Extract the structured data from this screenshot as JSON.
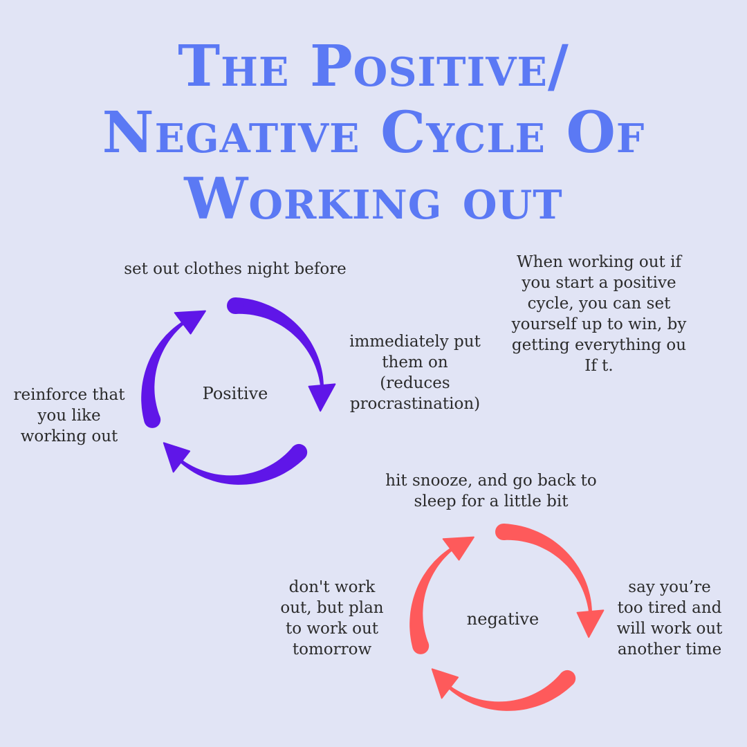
{
  "title": {
    "line1": "The Positive/",
    "line2": "Negative Cycle Of",
    "line3": "Working out"
  },
  "positive_cycle": {
    "center": "Positive",
    "color": "#5f16e8",
    "steps": {
      "top": [
        "set out clothes night before"
      ],
      "right": [
        "immediately put",
        "them on",
        "(reduces",
        "procrastination)"
      ],
      "left": [
        "reinforce that",
        "you like",
        "working out"
      ]
    }
  },
  "negative_cycle": {
    "center": "negative",
    "color": "#fe5a5b",
    "steps": {
      "top": [
        "hit snooze, and go back to",
        "sleep for a little bit"
      ],
      "right": [
        "say you’re",
        "too tired and",
        "will work out",
        "another time"
      ],
      "left": [
        "don't work",
        "out, but plan",
        "to work out",
        "tomorrow"
      ]
    }
  },
  "explanation": [
    "When working out if",
    "you start a positive",
    "cycle, you can set",
    "yourself up to win, by",
    "getting everything ou",
    "If t."
  ],
  "colors": {
    "background": "#e1e4f5",
    "title": "#5b79f4"
  }
}
